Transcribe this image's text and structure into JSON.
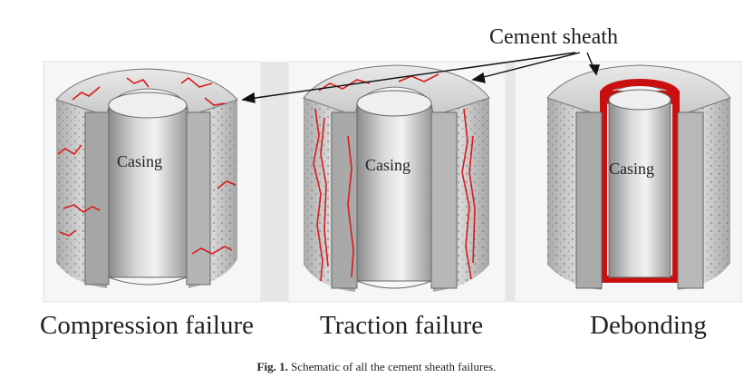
{
  "callout": "Cement sheath",
  "panels": [
    {
      "inner_label": "Casing",
      "caption": "Compression failure"
    },
    {
      "inner_label": "Casing",
      "caption": "Traction failure"
    },
    {
      "inner_label": "Casing",
      "caption": "Debonding"
    }
  ],
  "figure": {
    "number": "Fig. 1.",
    "caption": "Schematic of all the cement sheath failures."
  },
  "colors": {
    "crack": "#d81b1b",
    "debond": "#c90f0f"
  }
}
